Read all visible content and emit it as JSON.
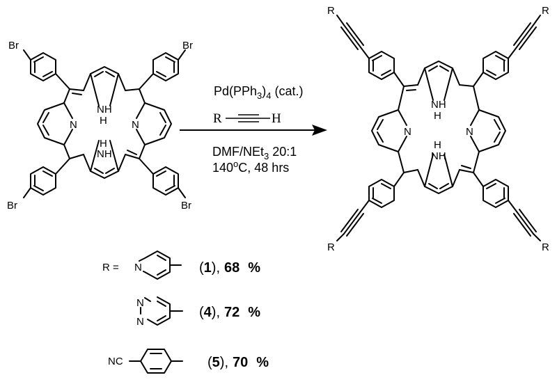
{
  "reactant": {
    "substituent": "Br",
    "pyrrole_nh": "NH",
    "pyrrole_h": "H",
    "pyrrole_n": "N"
  },
  "product": {
    "r_group": "R",
    "pyrrole_nh": "NH",
    "pyrrole_h": "H",
    "pyrrole_n": "N"
  },
  "conditions": {
    "catalyst_prefix": "Pd(PPh",
    "catalyst_sub": "3",
    "catalyst_mid": ")",
    "catalyst_sub2": "4",
    "catalyst_suffix": " (cat.)",
    "alkyne_r": "R",
    "alkyne_h": "H",
    "solvent_prefix": "DMF/NEt",
    "solvent_sub": "3",
    "solvent_suffix": " 20:1",
    "temp_prefix": "140",
    "temp_sup": "o",
    "temp_suffix": "C, 48 hrs"
  },
  "r_groups": {
    "label": "R =",
    "entries": [
      {
        "heteroatom": "N",
        "open": "(",
        "number": "1",
        "close": "),",
        "yield_value": "68",
        "percent": "%"
      },
      {
        "heteroatom": "N",
        "heteroatom2": "N",
        "open": "(",
        "number": "4",
        "close": "),",
        "yield_value": "72",
        "percent": "%"
      },
      {
        "heteroatom": "NC",
        "open": "(",
        "number": "5",
        "close": "),",
        "yield_value": "70",
        "percent": "%"
      }
    ]
  }
}
